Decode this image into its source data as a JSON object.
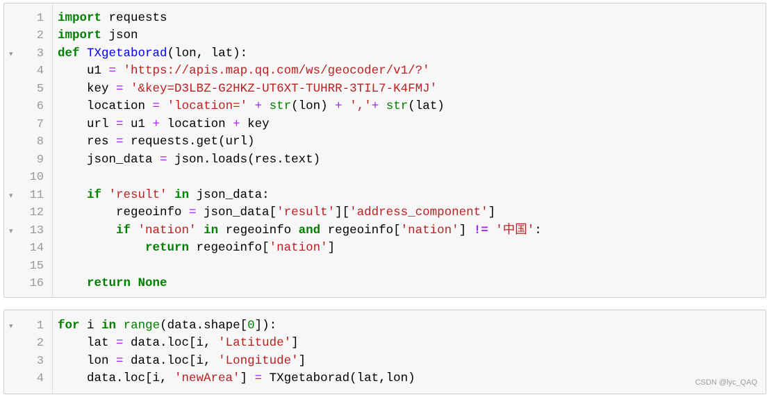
{
  "icons": {
    "fold": "chevron-down-icon"
  },
  "theme": {
    "cell_background": "#f7f7f7",
    "cell_border": "#cfcfcf",
    "keyword": "#008000",
    "string": "#ba2121",
    "operator": "#aa22ff",
    "function_name": "#0000ff",
    "line_number": "#999999"
  },
  "cells": [
    {
      "lines": [
        {
          "n": "1",
          "tokens": [
            {
              "kw": "import"
            },
            {
              "txt": " requests"
            }
          ]
        },
        {
          "n": "2",
          "tokens": [
            {
              "kw": "import"
            },
            {
              "txt": " json"
            }
          ]
        },
        {
          "n": "3",
          "fold": true,
          "tokens": [
            {
              "kw": "def"
            },
            {
              "txt": " "
            },
            {
              "def": "TXgetaborad"
            },
            {
              "txt": "(lon, lat):"
            }
          ]
        },
        {
          "n": "4",
          "tokens": [
            {
              "txt": "    u1 "
            },
            {
              "op": "="
            },
            {
              "txt": " "
            },
            {
              "str": "'https://apis.map.qq.com/ws/geocoder/v1/?'"
            }
          ]
        },
        {
          "n": "5",
          "tokens": [
            {
              "txt": "    key "
            },
            {
              "op": "="
            },
            {
              "txt": " "
            },
            {
              "str": "'&key=D3LBZ-G2HKZ-UT6XT-TUHRR-3TIL7-K4FMJ'"
            }
          ]
        },
        {
          "n": "6",
          "tokens": [
            {
              "txt": "    location "
            },
            {
              "op": "="
            },
            {
              "txt": " "
            },
            {
              "str": "'location='"
            },
            {
              "txt": " "
            },
            {
              "op": "+"
            },
            {
              "txt": " "
            },
            {
              "builtin": "str"
            },
            {
              "txt": "(lon) "
            },
            {
              "op": "+"
            },
            {
              "txt": " "
            },
            {
              "str": "','"
            },
            {
              "op": "+"
            },
            {
              "txt": " "
            },
            {
              "builtin": "str"
            },
            {
              "txt": "(lat)"
            }
          ]
        },
        {
          "n": "7",
          "tokens": [
            {
              "txt": "    url "
            },
            {
              "op": "="
            },
            {
              "txt": " u1 "
            },
            {
              "op": "+"
            },
            {
              "txt": " location "
            },
            {
              "op": "+"
            },
            {
              "txt": " key"
            }
          ]
        },
        {
          "n": "8",
          "tokens": [
            {
              "txt": "    res "
            },
            {
              "op": "="
            },
            {
              "txt": " requests.get(url)"
            }
          ]
        },
        {
          "n": "9",
          "tokens": [
            {
              "txt": "    json_data "
            },
            {
              "op": "="
            },
            {
              "txt": " json.loads(res.text)"
            }
          ]
        },
        {
          "n": "10",
          "tokens": []
        },
        {
          "n": "11",
          "fold": true,
          "tokens": [
            {
              "txt": "    "
            },
            {
              "kw": "if"
            },
            {
              "txt": " "
            },
            {
              "str": "'result'"
            },
            {
              "txt": " "
            },
            {
              "kw": "in"
            },
            {
              "txt": " json_data:"
            }
          ]
        },
        {
          "n": "12",
          "tokens": [
            {
              "txt": "        regeoinfo "
            },
            {
              "op": "="
            },
            {
              "txt": " json_data["
            },
            {
              "str": "'result'"
            },
            {
              "txt": "]["
            },
            {
              "str": "'address_component'"
            },
            {
              "txt": "]"
            }
          ]
        },
        {
          "n": "13",
          "fold": true,
          "tokens": [
            {
              "txt": "        "
            },
            {
              "kw": "if"
            },
            {
              "txt": " "
            },
            {
              "str": "'nation'"
            },
            {
              "txt": " "
            },
            {
              "kw": "in"
            },
            {
              "txt": " regeoinfo "
            },
            {
              "kw": "and"
            },
            {
              "txt": " regeoinfo["
            },
            {
              "str": "'nation'"
            },
            {
              "txt": "] "
            },
            {
              "opb": "!="
            },
            {
              "txt": " "
            },
            {
              "str": "'中国'"
            },
            {
              "txt": ":"
            }
          ]
        },
        {
          "n": "14",
          "tokens": [
            {
              "txt": "            "
            },
            {
              "kw": "return"
            },
            {
              "txt": " regeoinfo["
            },
            {
              "str": "'nation'"
            },
            {
              "txt": "]"
            }
          ]
        },
        {
          "n": "15",
          "tokens": []
        },
        {
          "n": "16",
          "tokens": [
            {
              "txt": "    "
            },
            {
              "kw": "return"
            },
            {
              "txt": " "
            },
            {
              "kw": "None"
            }
          ]
        }
      ]
    },
    {
      "lines": [
        {
          "n": "1",
          "fold": true,
          "tokens": [
            {
              "kw": "for"
            },
            {
              "txt": " i "
            },
            {
              "kw": "in"
            },
            {
              "txt": " "
            },
            {
              "builtin": "range"
            },
            {
              "txt": "(data.shape["
            },
            {
              "num": "0"
            },
            {
              "txt": "]):"
            }
          ]
        },
        {
          "n": "2",
          "tokens": [
            {
              "txt": "    lat "
            },
            {
              "op": "="
            },
            {
              "txt": " data.loc[i, "
            },
            {
              "str": "'Latitude'"
            },
            {
              "txt": "]"
            }
          ]
        },
        {
          "n": "3",
          "tokens": [
            {
              "txt": "    lon "
            },
            {
              "op": "="
            },
            {
              "txt": " data.loc[i, "
            },
            {
              "str": "'Longitude'"
            },
            {
              "txt": "]"
            }
          ]
        },
        {
          "n": "4",
          "tokens": [
            {
              "txt": "    data.loc[i, "
            },
            {
              "str": "'newArea'"
            },
            {
              "txt": "] "
            },
            {
              "op": "="
            },
            {
              "txt": " TXgetaborad(lat,lon)"
            }
          ]
        }
      ]
    }
  ],
  "watermark": "CSDN @lyc_QAQ"
}
